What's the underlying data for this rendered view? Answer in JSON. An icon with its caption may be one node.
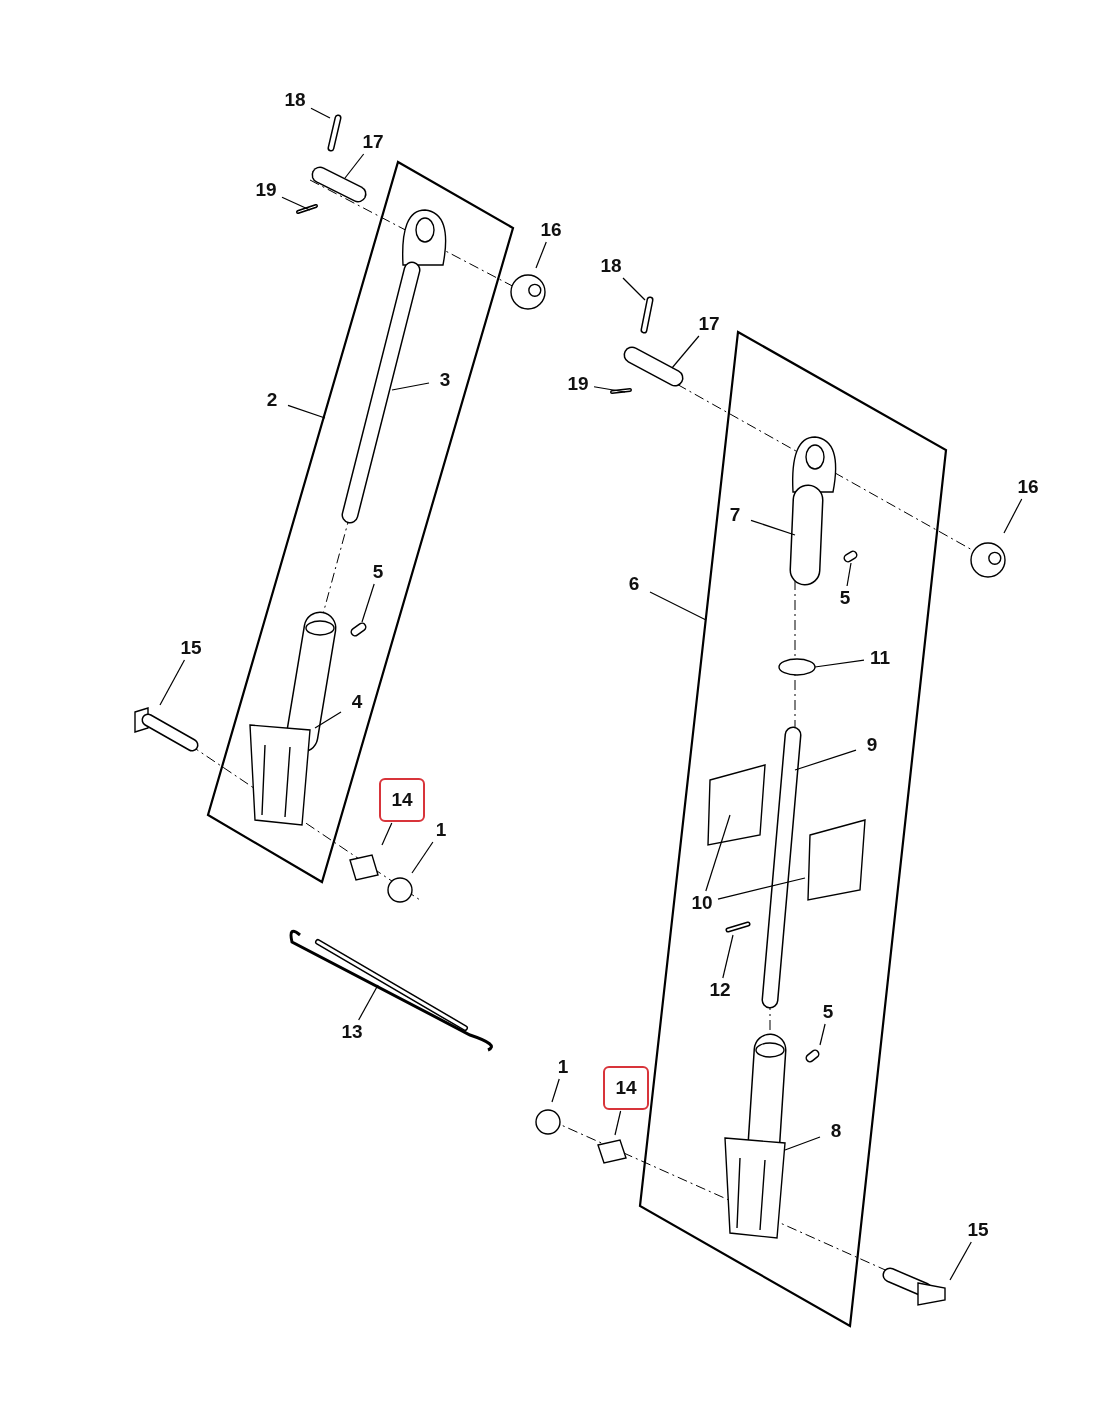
{
  "diagram": {
    "nodes": [
      {
        "text": [],
        "shape": "box"
      },
      {
        "text": [],
        "shape": "box"
      },
      {
        "text": [
          "18"
        ]
      },
      {
        "text": [
          "17"
        ]
      },
      {
        "text": [
          "19"
        ]
      },
      {
        "text": [
          "16"
        ]
      },
      {
        "text": [
          "18"
        ]
      },
      {
        "text": [
          "17"
        ]
      },
      {
        "text": [
          "2"
        ]
      },
      {
        "text": [
          "3"
        ],
        "in": 0
      },
      {
        "text": [
          "19"
        ]
      },
      {
        "text": [
          "16"
        ]
      },
      {
        "text": [
          "7"
        ],
        "in": 1
      },
      {
        "text": [
          "5"
        ],
        "in": 0
      },
      {
        "text": [
          "6"
        ]
      },
      {
        "text": [
          "5"
        ],
        "in": 1
      },
      {
        "text": [
          "15"
        ]
      },
      {
        "text": [
          "11"
        ],
        "in": 1
      },
      {
        "text": [
          "4"
        ],
        "in": 0
      },
      {
        "text": [
          "9"
        ],
        "in": 1
      },
      {
        "text": [
          "14"
        ]
      },
      {
        "text": [
          "1"
        ]
      },
      {
        "text": [
          "10"
        ],
        "in": 1
      },
      {
        "text": [
          "12"
        ],
        "in": 1
      },
      {
        "text": [
          "13"
        ]
      },
      {
        "text": [
          "5"
        ],
        "in": 1
      },
      {
        "text": [
          "1"
        ]
      },
      {
        "text": [
          "14"
        ]
      },
      {
        "text": [
          "8"
        ],
        "in": 1
      },
      {
        "text": [
          "15"
        ]
      }
    ],
    "edges": [
      {
        "from": 2,
        "to": null,
        "arrow": "none"
      },
      {
        "from": 3,
        "to": null,
        "arrow": "none"
      },
      {
        "from": 4,
        "to": null,
        "arrow": "none"
      },
      {
        "from": 5,
        "to": null,
        "arrow": "none"
      },
      {
        "from": 6,
        "to": null,
        "arrow": "none"
      },
      {
        "from": 7,
        "to": null,
        "arrow": "none"
      },
      {
        "from": 8,
        "to": 0,
        "arrow": "none"
      },
      {
        "from": 9,
        "to": null,
        "arrow": "none"
      },
      {
        "from": 10,
        "to": null,
        "arrow": "none"
      },
      {
        "from": 11,
        "to": null,
        "arrow": "none"
      },
      {
        "from": 12,
        "to": null,
        "arrow": "none"
      },
      {
        "from": 13,
        "to": null,
        "arrow": "none"
      },
      {
        "from": 14,
        "to": 1,
        "arrow": "none"
      },
      {
        "from": 15,
        "to": null,
        "arrow": "none"
      },
      {
        "from": 16,
        "to": null,
        "arrow": "none"
      },
      {
        "from": 17,
        "to": null,
        "arrow": "none"
      },
      {
        "from": 18,
        "to": null,
        "arrow": "none"
      },
      {
        "from": 19,
        "to": null,
        "arrow": "none"
      },
      {
        "from": 20,
        "to": null,
        "arrow": "none"
      },
      {
        "from": 21,
        "to": null,
        "arrow": "none"
      },
      {
        "from": 22,
        "to": null,
        "arrow": "none"
      },
      {
        "from": 22,
        "to": null,
        "arrow": "none"
      },
      {
        "from": 23,
        "to": null,
        "arrow": "none"
      },
      {
        "from": 24,
        "to": null,
        "arrow": "none"
      },
      {
        "from": 25,
        "to": null,
        "arrow": "none"
      },
      {
        "from": 26,
        "to": null,
        "arrow": "none"
      },
      {
        "from": 27,
        "to": null,
        "arrow": "none"
      },
      {
        "from": 28,
        "to": null,
        "arrow": "none"
      },
      {
        "from": 29,
        "to": null,
        "arrow": "none"
      }
    ]
  }
}
